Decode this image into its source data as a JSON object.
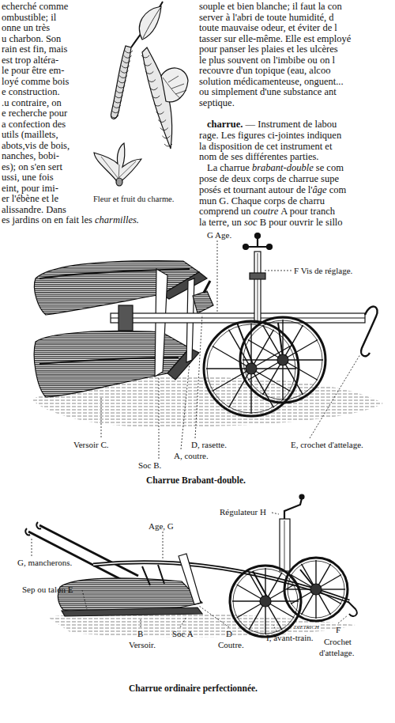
{
  "diagram": {
    "labels": [
      "echerché comme",
      "ombustible; il",
      "onne un très",
      "u charbon. Son",
      "rain est fin, mais",
      "est trop altéra-",
      "le pour être em-",
      "loyé comme bois",
      "e construction.",
      ".u contraire, on",
      "e recherche pour",
      "a confection des",
      "utils (maillets,",
      "abots,vis de bois,",
      "nanches, bobi-",
      "es); on s'en sert",
      "ussi, une fois",
      "eint, pour imi-",
      "er l'ébène et le",
      "alissandre. Dans",
      "es jardins on en fait les",
      "charmilles.",
      "souple et bien blanche; il faut la con",
      "server à l'abri de toute humidité, d",
      "toute mauvaise odeur, et éviter de l",
      "tasser sur elle-même. Elle est employé",
      "pour panser les plaies et les ulcères",
      "le plus souvent on l'imbibe ou on l",
      "recouvre d'un topique (eau, alcoo",
      "solution médicamenteuse, onguent...",
      "ou simplement d'une substance ant",
      "septique.",
      "charrue.",
      "— Instrument de labou",
      "rage. Les figures ci-jointes indiquen",
      "la disposition de cet instrument et",
      "nom de ses différentes parties.",
      "La charrue",
      "brabant-double",
      "se com",
      "pose de deux corps de charrue supe",
      "posés et tournant autour de l'",
      "âge",
      "com",
      "mun G. Chaque corps de charru",
      "comprend un",
      "coutre",
      "A pour tranch",
      "la terre, un",
      "soc",
      "B pour ouvrir le sillo",
      "G Age.",
      "F Vis de réglage.",
      "Versoir C.",
      "D, rasette.",
      "E, crochet d'attelage.",
      "A, coutre.",
      "Soc B.",
      "Charrue Brabant-double.",
      "Régulateur H",
      "Age, G",
      "G, mancherons.",
      "Sep ou talon E",
      "B",
      "Soc A",
      "D",
      "I, avant-train.",
      "F",
      "Versoir.",
      "Coutre.",
      "Crochet",
      "d'attelage.",
      "Charrue ordinaire perfectionnée.",
      "DIETRICH",
      "Fleur et fruit du charme."
    ]
  }
}
